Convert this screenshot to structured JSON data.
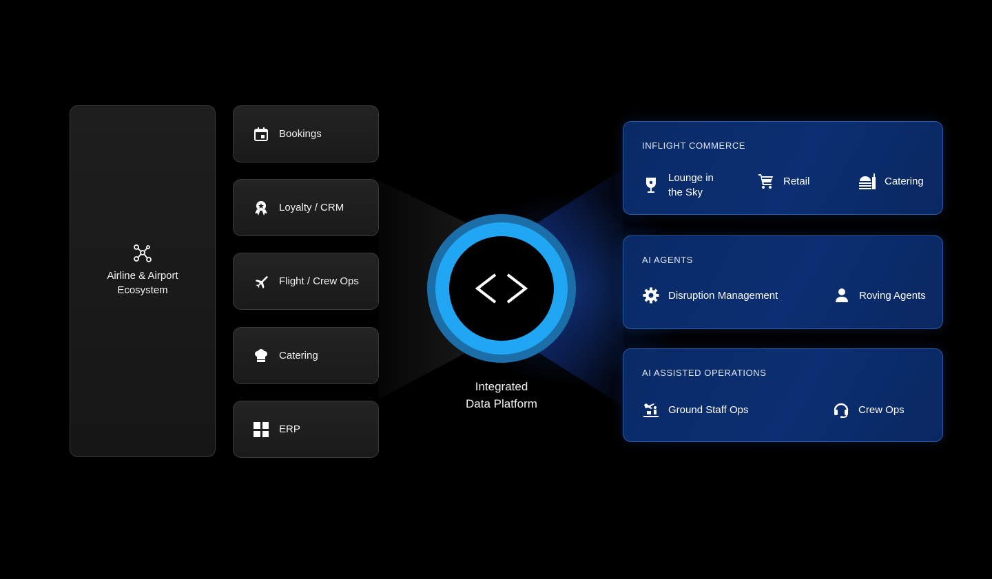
{
  "ecosystem": {
    "label": "Airline & Airport Ecosystem",
    "icon": "network-nodes-icon"
  },
  "sources": [
    {
      "label": "Bookings",
      "icon": "calendar-icon"
    },
    {
      "label": "Loyalty / CRM",
      "icon": "award-badge-icon"
    },
    {
      "label": "Flight / Crew Ops",
      "icon": "airplane-icon"
    },
    {
      "label": "Catering",
      "icon": "chef-hat-icon"
    },
    {
      "label": "ERP",
      "icon": "dashboard-grid-icon"
    }
  ],
  "hub": {
    "label_line1": "Integrated",
    "label_line2": "Data Platform",
    "icon": "code-brackets-icon"
  },
  "destinations": [
    {
      "title": "INFLIGHT COMMERCE",
      "items": [
        {
          "label_line1": "Lounge in",
          "label_line2": "the Sky",
          "icon": "wine-glass-icon"
        },
        {
          "label": "Retail",
          "icon": "shopping-cart-icon"
        },
        {
          "label": "Catering",
          "icon": "food-tray-icon"
        }
      ]
    },
    {
      "title": "AI AGENTS",
      "items": [
        {
          "label": "Disruption Management",
          "icon": "gear-icon"
        },
        {
          "label": "Roving Agents",
          "icon": "person-icon"
        }
      ]
    },
    {
      "title": "AI ASSISTED OPERATIONS",
      "items": [
        {
          "label": "Ground Staff Ops",
          "icon": "departure-gate-icon"
        },
        {
          "label": "Crew Ops",
          "icon": "headset-icon"
        }
      ]
    }
  ],
  "colors": {
    "background": "#000000",
    "hub_ring": "#20a6f2",
    "hub_outer": "#1b6ea8",
    "dest_card": "#0b2f72",
    "source_card": "#1e1e1e"
  }
}
